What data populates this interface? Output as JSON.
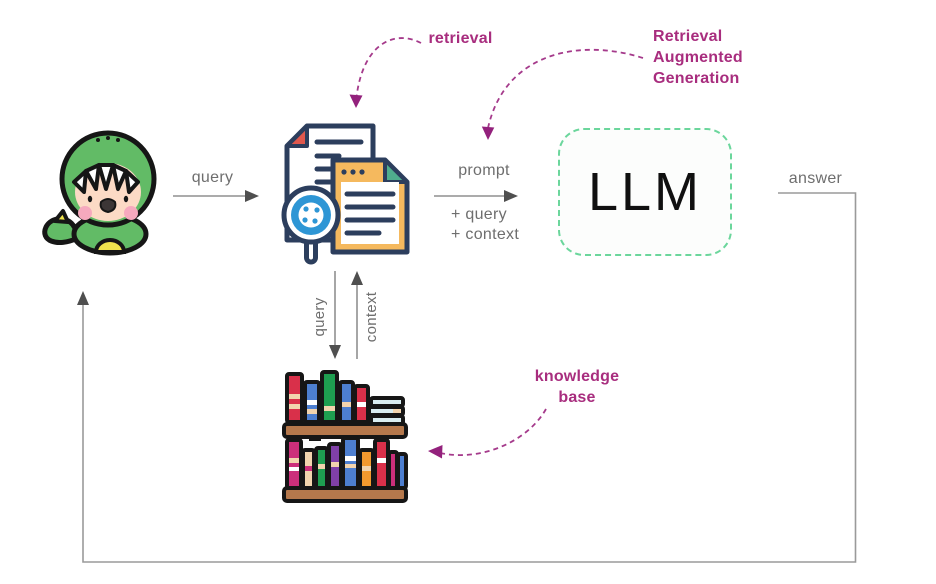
{
  "diagram_type": "flow-diagram",
  "labels": {
    "query_left": "query",
    "retrieval": "retrieval",
    "rag_line1": "Retrieval",
    "rag_line2": "Augmented",
    "rag_line3": "Generation",
    "prompt": "prompt",
    "prompt_plus_query": "+ query",
    "prompt_plus_context": "+ context",
    "llm": "LLM",
    "answer": "answer",
    "query_down": "query",
    "context_up": "context",
    "kb_line1": "knowledge",
    "kb_line2": "base"
  },
  "colors": {
    "magenta_text": "#a82d7e",
    "magenta_arrow": "#a53a8b",
    "gray_line": "#8f8f8f",
    "gray_arrowhead": "#4f4f4f",
    "gray_text": "#6e6e6e",
    "llm_border_green": "#6bd69c",
    "llm_text": "#101010",
    "doc_outline_navy": "#2c3e5d",
    "doc_front_orange": "#f5b95e",
    "doc_fold_red": "#e0584d",
    "doc_fold_teal": "#4fae8d",
    "magnifier_blue": "#2e96d5",
    "shelf_brown": "#b5784c",
    "character_green": "#62bb66",
    "character_skin": "#fcdac5",
    "character_blush": "#f6a9be",
    "character_belly_yellow": "#efe44d"
  },
  "icons": {
    "user": "dino-kid-avatar",
    "retrieval": "documents-search-icon",
    "knowledge_base": "bookshelf-icon"
  }
}
